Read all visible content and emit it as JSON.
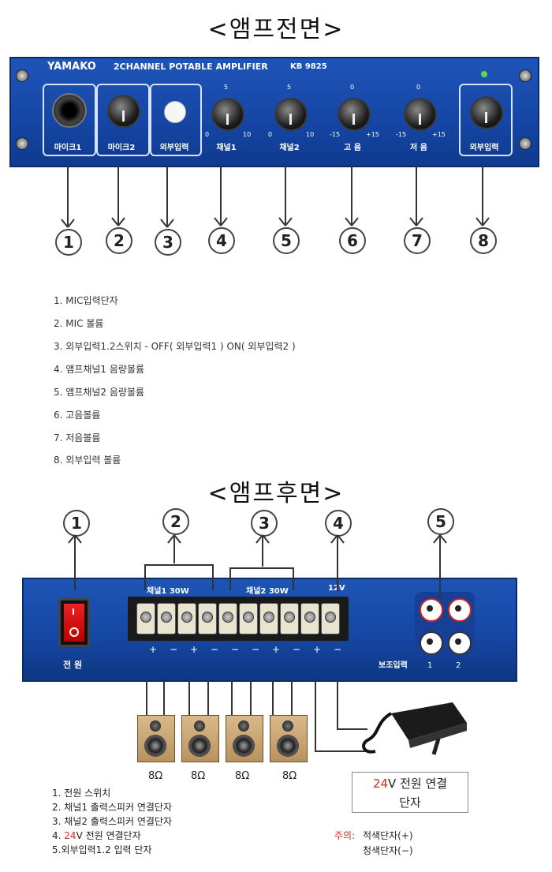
{
  "front": {
    "title": "<앰프전면>",
    "brand": "YAMAKO",
    "model": "2CHANNEL POTABLE AMPLIFIER",
    "model_no": "KB 9825",
    "labels": [
      "마이크1",
      "마이크2",
      "외부입력",
      "채널1",
      "채널2",
      "고 음",
      "저 음",
      "외부입력"
    ],
    "ch_scale": {
      "top": "5",
      "min": "0",
      "max": "10"
    },
    "tone_scale": {
      "top": "0",
      "min": "-15",
      "max": "+15"
    },
    "callouts": [
      "1",
      "2",
      "3",
      "4",
      "5",
      "6",
      "7",
      "8"
    ],
    "items": [
      "1.  MIC입력단자",
      "2.  MIC  볼륨",
      "3.  외부입력1.2스위치  -  OFF( 외부입력1  )  ON( 외부입력2  )",
      "4.  앰프채널1  음량볼륨",
      "5.  앰프채널2  음량볼륨",
      "6.  고음볼륨",
      "7.  저음볼륨",
      "8.  외부입력  볼륨"
    ]
  },
  "rear": {
    "title": "<앰프후면>",
    "callouts": [
      "1",
      "2",
      "3",
      "4",
      "5"
    ],
    "ch1_label": "채널1 30W",
    "ch2_label": "채널2 30W",
    "v_label": "12V",
    "power_label": "전 원",
    "aux_label": "보조입력",
    "aux_nums": [
      "1",
      "2"
    ],
    "terminal_signs": [
      "+",
      "−",
      "+",
      "−",
      "−",
      "−",
      "+",
      "−",
      "+",
      "−"
    ],
    "ohms": [
      "8Ω",
      "8Ω",
      "8Ω",
      "8Ω"
    ],
    "power_box": {
      "v": "24",
      "line1_rest": "V  전원  연결",
      "line2": "단자"
    },
    "items": [
      {
        "num": "1.",
        "text": "전원  스위치",
        "hl": ""
      },
      {
        "num": "2.",
        "text": "채널1  출력스피커  연결단자",
        "hl": ""
      },
      {
        "num": "3.",
        "text": "채널2  출력스피커  연결단자",
        "hl": ""
      },
      {
        "num": "4.",
        "hl": "24",
        "text": "V  전원  연결단자"
      },
      {
        "num": "5.",
        "text": "외부입력1.2  입력  단자",
        "hl": ""
      }
    ],
    "note_label": "주의:",
    "note_plus": "적색단자(+)",
    "note_minus": "청색단자(−)"
  },
  "colors": {
    "panel": "#1546a5",
    "accent_red": "#d4281e"
  }
}
